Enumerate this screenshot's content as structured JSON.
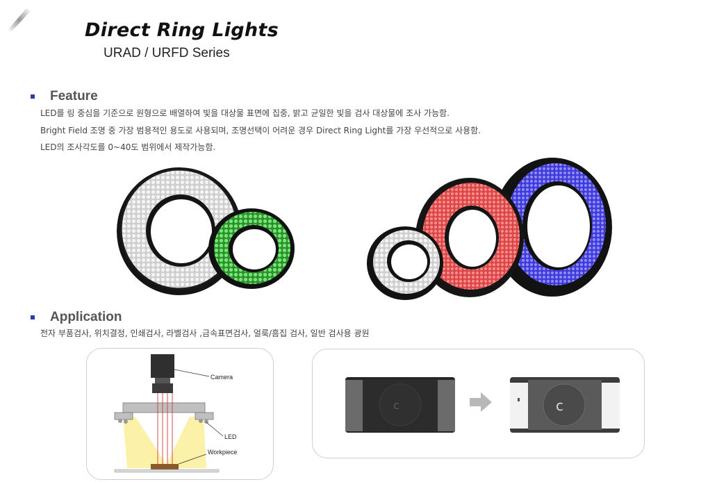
{
  "header": {
    "title": "Direct Ring Lights",
    "subtitle": "URAD / URFD Series"
  },
  "feature": {
    "heading": "Feature",
    "lines": [
      "LED를 링 중심을 기준으로 원형으로 배열하여 빛을 대상물 표면에 집중, 밝고 균일한 빛을 검사 대상물에 조사 가능함.",
      "Bright Field 조명 중 가장 범용적인 용도로 사용되며, 조명선택이 어려운 경우 Direct Ring Light를 가장 우선적으로 사용함.",
      "LED의 조사각도를 0~40도 범위에서 제작가능함."
    ]
  },
  "application": {
    "heading": "Application",
    "text": "전자 부품검사, 위치결정, 인쇄검사, 라벨검사 ,금속표면검사, 얼룩/흠집 검사, 일반 검사용 광원"
  },
  "diagram": {
    "camera_label": "Camera",
    "led_label": "LED",
    "workpiece_label": "Workpiece"
  },
  "colors": {
    "bullet": "#2b3ea8",
    "ring_white": "#e6e6e6",
    "ring_green": "#5ddc5d",
    "ring_red": "#f25454",
    "ring_blue": "#5a55f0",
    "light_beam": "#fbf0a0"
  }
}
